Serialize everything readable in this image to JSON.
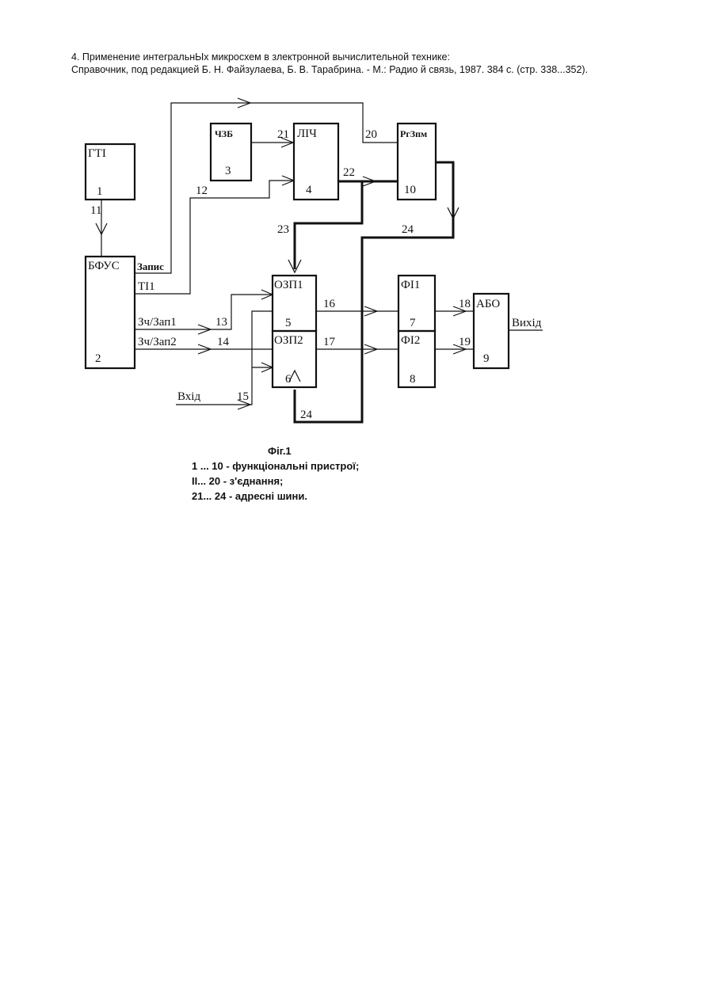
{
  "references": {
    "line1": "4. Применение интегральнЫх микросхем в злектронной вычислительной технике:",
    "line2": "Справочник, под редакцией Б. Н. Файзулаева, Б. В. Тарабрина. - М.: Радио й связь, 1987. 384 с. (стр. 338...352)."
  },
  "diagram": {
    "blocks": {
      "gti": {
        "name": "ГТІ",
        "num": "1"
      },
      "bfus": {
        "name": "БФУС",
        "num": "2"
      },
      "chzb": {
        "name": "ЧЗБ",
        "num": "3"
      },
      "lich": {
        "name": "ЛІЧ",
        "num": "4"
      },
      "ozp1": {
        "name": "ОЗП1",
        "num": "5"
      },
      "ozp2": {
        "name": "ОЗП2",
        "num": "6"
      },
      "fi1": {
        "name": "ФІ1",
        "num": "7"
      },
      "fi2": {
        "name": "ФІ2",
        "num": "8"
      },
      "abo": {
        "name": "АБО",
        "num": "9"
      },
      "rgzpm": {
        "name": "РгЗпм",
        "num": "10"
      }
    },
    "signals": {
      "zapys": "Запис",
      "ti1": "ТІ1",
      "zch_zap1": "Зч/Зап1",
      "zch_zap2": "Зч/Зап2",
      "vkhid_in": "Вхід",
      "vykhid": "Вихід"
    },
    "connections": {
      "c11": "11",
      "c12": "12",
      "c13": "13",
      "c14": "14",
      "c15": "15",
      "c16": "16",
      "c17": "17",
      "c18": "18",
      "c19": "19",
      "c20": "20"
    },
    "buses": {
      "b21": "21",
      "b22": "22",
      "b23": "23",
      "b24_top": "24",
      "b24_bottom": "24"
    }
  },
  "caption": {
    "title": "Фіг.1",
    "line1": "1 ... 10 - функціональні пристрої;",
    "line2": "ІІ... 20 - з'єднання;",
    "line3": "21... 24 - адресні шини."
  }
}
